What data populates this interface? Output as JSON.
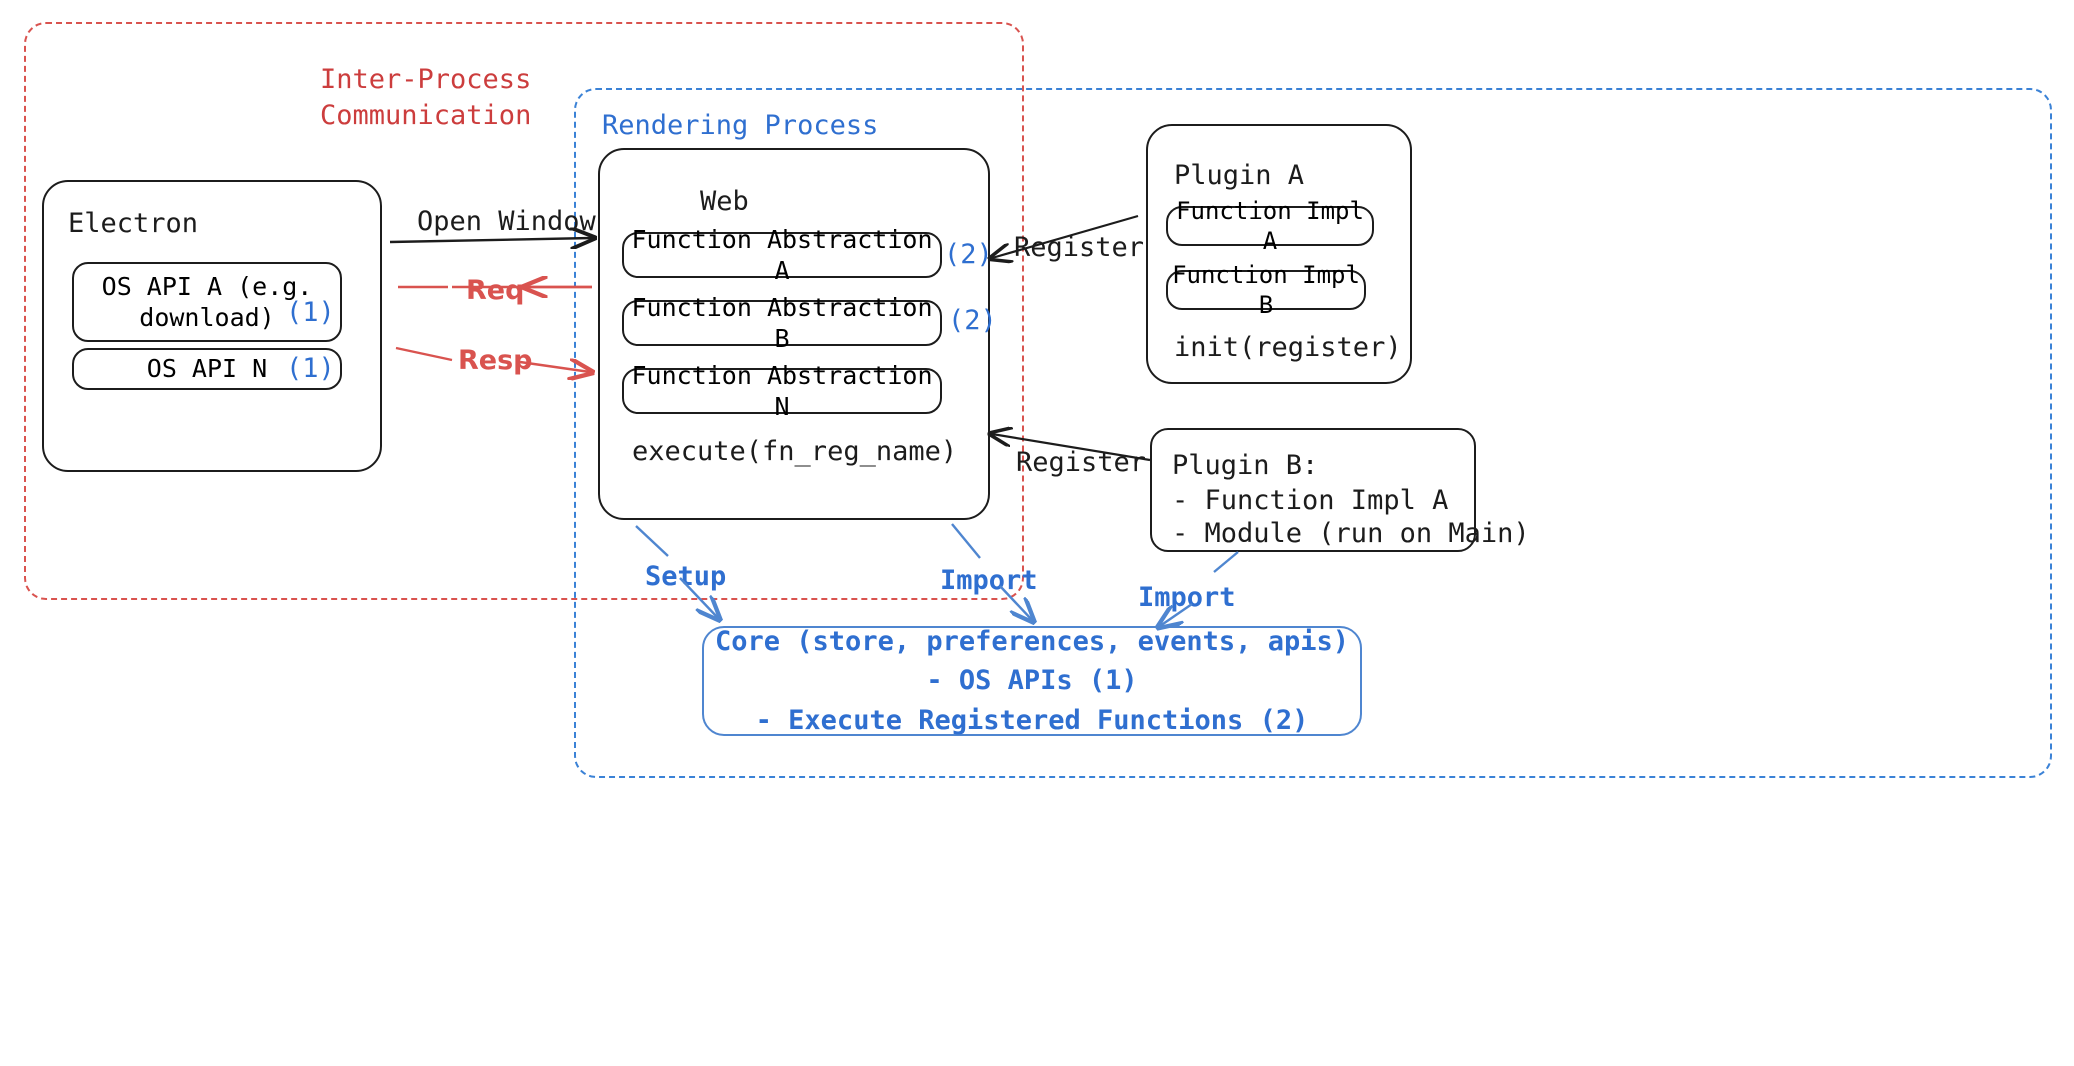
{
  "regions": {
    "ipc": {
      "label": "Inter-Process\nCommunication",
      "color": "#cc3d3d"
    },
    "rendering": {
      "label": "Rendering Process",
      "color": "#2f6fd0"
    }
  },
  "electron": {
    "title": "Electron",
    "apis": [
      {
        "label": "OS API A (e.g.\ndownload)",
        "marker": "(1)"
      },
      {
        "label": "OS API N",
        "marker": "(1)"
      }
    ]
  },
  "web": {
    "title": "Web",
    "abstractions": [
      {
        "label": "Function Abstraction A",
        "marker": "(2)"
      },
      {
        "label": "Function Abstraction B",
        "marker": "(2)"
      },
      {
        "label": "Function Abstraction N",
        "marker": ""
      }
    ],
    "execute": "execute(fn_reg_name)"
  },
  "plugin_a": {
    "title": "Plugin A",
    "functions": [
      "Function Impl A",
      "Function Impl B"
    ],
    "init": "init(register)"
  },
  "plugin_b": {
    "title": "Plugin B:",
    "items": [
      "- Function Impl A",
      "- Module (run on Main)"
    ]
  },
  "core": {
    "lines": [
      "Core (store, preferences, events, apis)",
      "- OS APIs (1)",
      "- Execute Registered Functions (2)"
    ]
  },
  "edges": {
    "open_window": "Open Window",
    "req": "Req",
    "resp": "Resp",
    "register_a": "Register",
    "register_b": "Register",
    "setup": "Setup",
    "import_web": "Import",
    "import_plugin": "Import"
  },
  "colors": {
    "ipc_red": "#d9534f",
    "render_blue": "#3b82d6",
    "accent_blue": "#2f6fd0",
    "ink": "#1c1c1c"
  }
}
